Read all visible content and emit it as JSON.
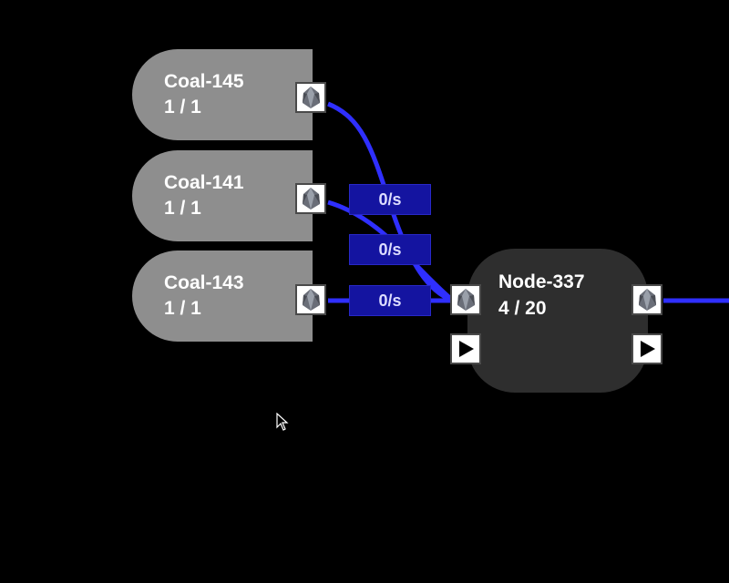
{
  "sources": [
    {
      "title": "Coal-145",
      "count": "1 / 1",
      "icon": "coal-icon"
    },
    {
      "title": "Coal-141",
      "count": "1 / 1",
      "icon": "coal-icon"
    },
    {
      "title": "Coal-143",
      "count": "1 / 1",
      "icon": "coal-icon"
    }
  ],
  "rates": [
    {
      "label": "0/s"
    },
    {
      "label": "0/s"
    },
    {
      "label": "0/s"
    }
  ],
  "processor": {
    "title": "Node-337",
    "count": "4 / 20",
    "input_icon": "coal-icon",
    "output_icon": "coal-icon",
    "control_icon": "play-icon"
  },
  "colors": {
    "background": "#000000",
    "source_node": "#8e8e8e",
    "processor_node": "#2e2e2e",
    "link": "#2f2fff",
    "rate_badge": "#1414a0"
  }
}
